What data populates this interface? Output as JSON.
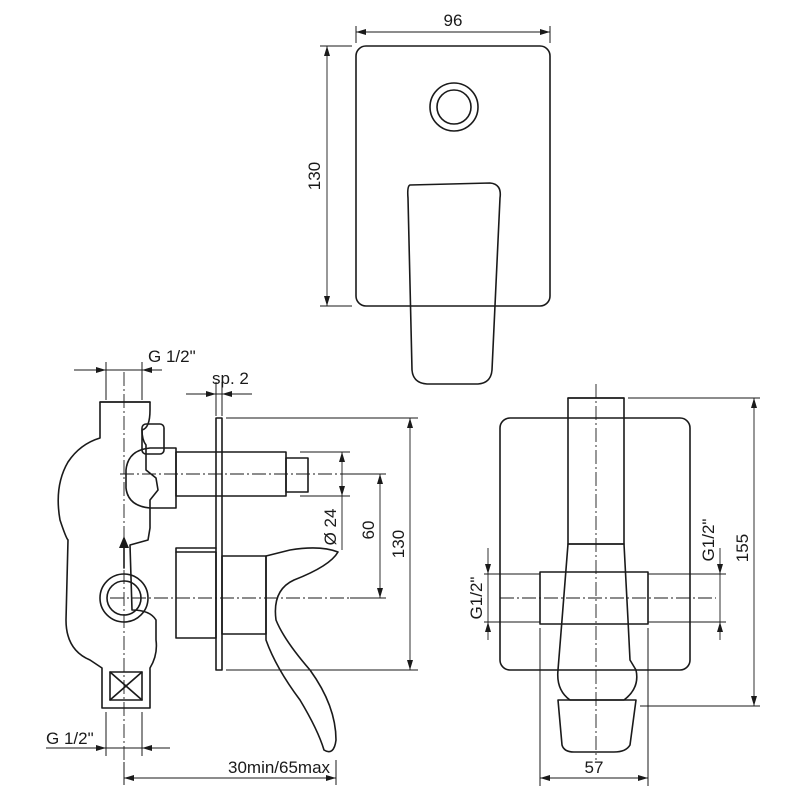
{
  "labels": {
    "top_width": "96",
    "top_height": "130",
    "side_thread_top": "G 1/2\"",
    "side_sp": "sp. 2",
    "side_diameter": "Ø 24",
    "side_60": "60",
    "side_130": "130",
    "side_thread_bottom": "G 1/2\"",
    "side_depth": "30min/65max",
    "front_thread_left": "G1/2\"",
    "front_thread_right": "G1/2\"",
    "front_height": "155",
    "front_width": "57"
  }
}
